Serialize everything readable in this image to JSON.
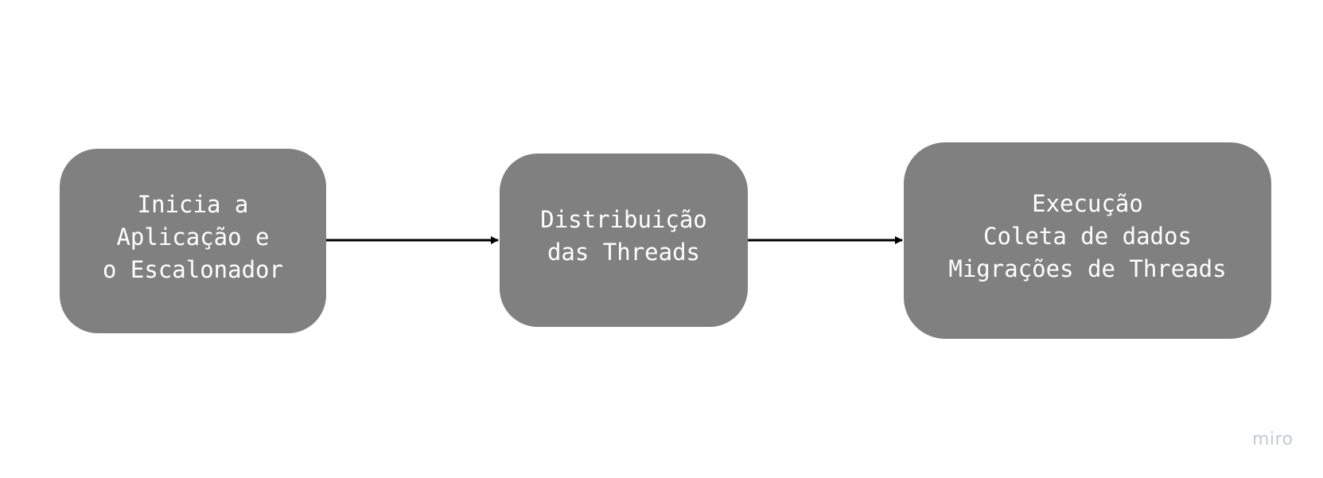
{
  "diagram": {
    "nodes": [
      {
        "id": "n1",
        "lines": [
          "Inicia a",
          "Aplicação e",
          "o Escalonador"
        ]
      },
      {
        "id": "n2",
        "lines": [
          "Distribuição",
          "das Threads"
        ]
      },
      {
        "id": "n3",
        "lines": [
          "Execução",
          "Coleta de dados",
          "Migrações de Threads"
        ]
      }
    ],
    "edges": [
      {
        "from": "n1",
        "to": "n2"
      },
      {
        "from": "n2",
        "to": "n3"
      }
    ],
    "colors": {
      "node_fill": "#808080",
      "node_text": "#ffffff",
      "edge": "#000000",
      "watermark": "#c4c8d4"
    }
  },
  "watermark": "miro"
}
